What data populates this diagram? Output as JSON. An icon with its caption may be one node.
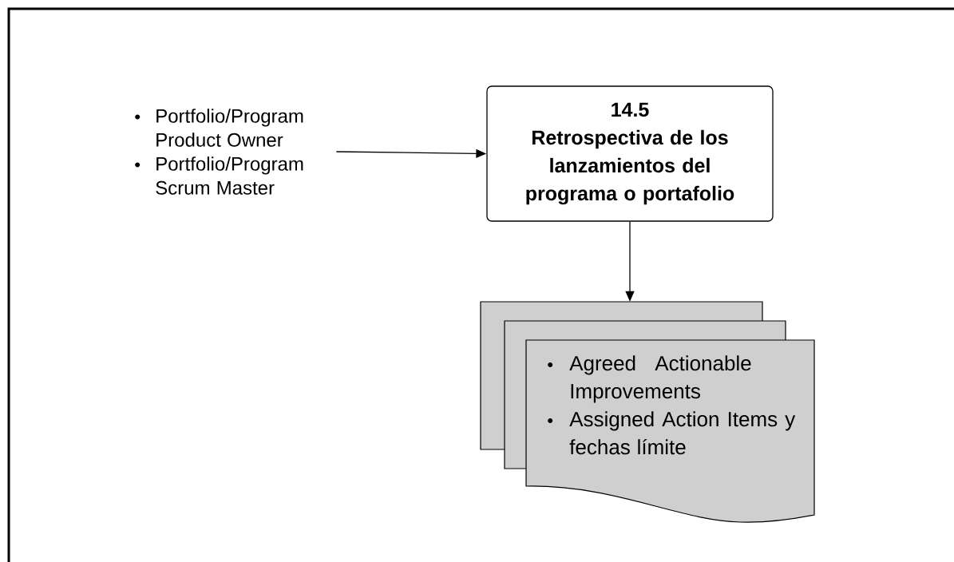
{
  "diagram": {
    "nodes": [
      {
        "text": [
          "Portfolio/Program Product Owner",
          "Portfolio/Program Scrum Master"
        ]
      },
      {
        "text": [
          "14.5",
          "Retrospectiva de los lanzamientos del programa o portafolio"
        ]
      },
      {
        "text": [
          "Agreed Actionable Improvements",
          "Assigned Action Items y fechas límite"
        ]
      }
    ],
    "edges": [
      {
        "from": 0,
        "to": 1,
        "arrow": "to"
      },
      {
        "from": 1,
        "to": 2,
        "arrow": "to"
      }
    ]
  }
}
